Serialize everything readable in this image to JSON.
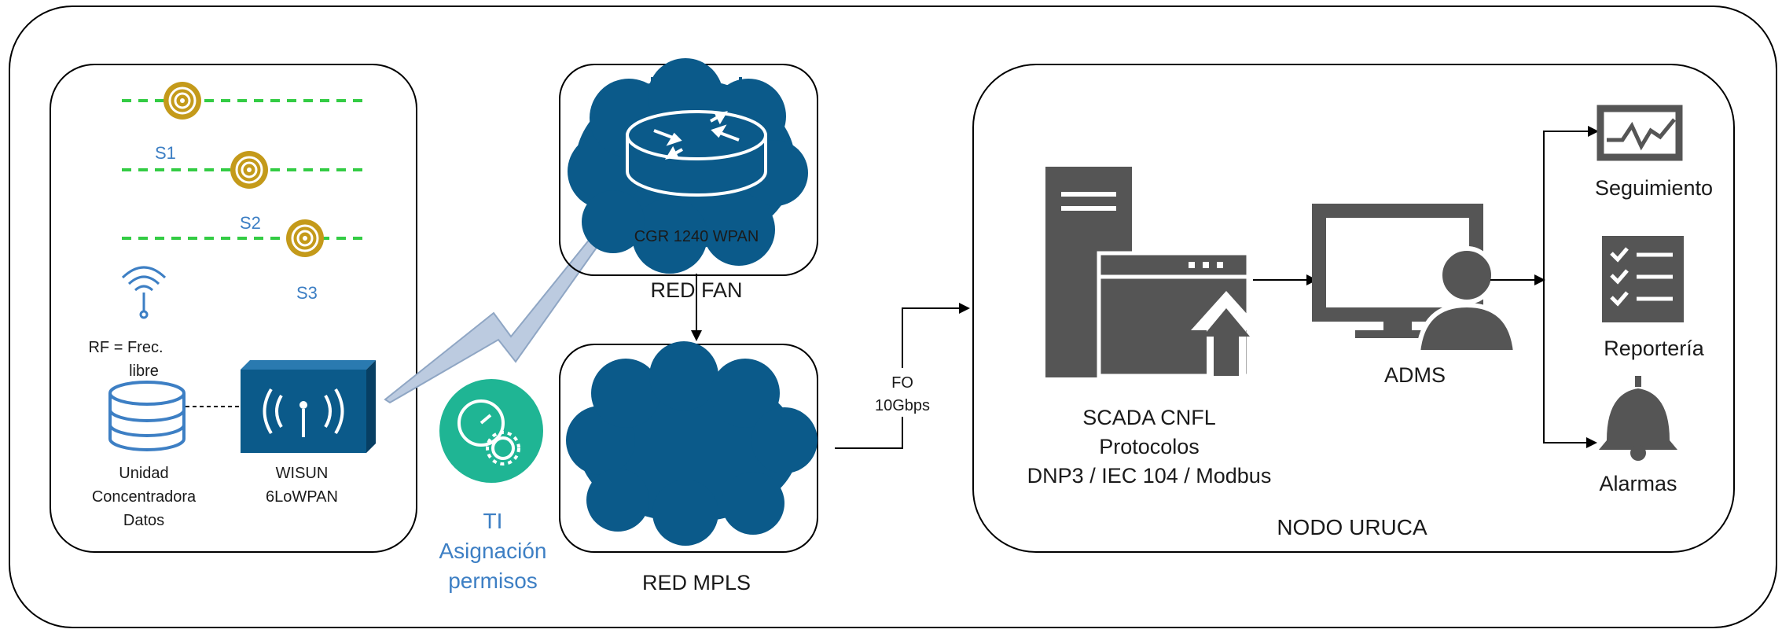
{
  "colors": {
    "cloud": "#0b5a8a",
    "device": "#0b5a8a",
    "server": "#555555",
    "sensor": "#c49a1a",
    "ti_badge": "#1fb594",
    "link_dash": "#33cc44",
    "label_blue": "#3d7fc4",
    "lightning": "#9fb4cc"
  },
  "field_area": {
    "sensors": [
      "S1",
      "S2",
      "S3"
    ],
    "rf_label_line1": "RF = Frec.",
    "rf_label_line2": "libre",
    "concentrator_line1": "Unidad",
    "concentrator_line2": "Concentradora",
    "concentrator_line3": "Datos",
    "wisun_line1": "WISUN",
    "wisun_line2": "6LoWPAN"
  },
  "ti": {
    "line1": "TI",
    "line2": "Asignación",
    "line3": "permisos"
  },
  "fan": {
    "router_label": "CGR 1240 WPAN",
    "network_label": "RED FAN"
  },
  "mpls": {
    "network_label": "RED MPLS"
  },
  "link": {
    "line1": "FO",
    "line2": "10Gbps"
  },
  "node": {
    "title": "NODO URUCA",
    "scada_line1": "SCADA CNFL",
    "scada_line2": "Protocolos",
    "scada_line3": "DNP3 / IEC 104 / Modbus",
    "adms_label": "ADMS",
    "outputs": [
      "Seguimiento",
      "Reportería",
      "Alarmas"
    ]
  },
  "icons": [
    "sensor-icon",
    "antenna-icon",
    "database-icon",
    "wireless-access-point-icon",
    "router-icon",
    "cloud-icon",
    "server-icon",
    "monitor-user-icon",
    "chart-icon",
    "checklist-icon",
    "bell-icon",
    "clock-gear-icon",
    "lightning-link-icon"
  ]
}
